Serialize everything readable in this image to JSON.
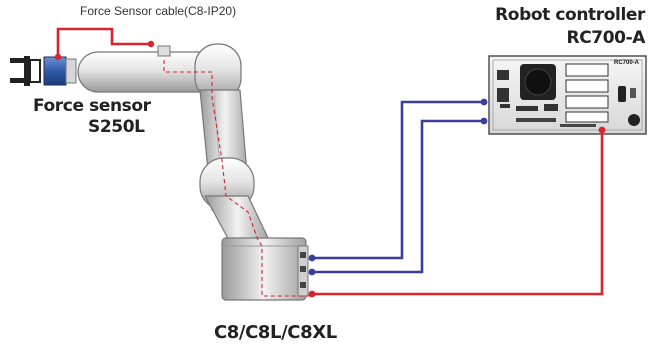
{
  "labels": {
    "force_sensor_cable": "Force Sensor cable(C8-IP20)",
    "force_sensor_title": "Force sensor",
    "force_sensor_model": "S250L",
    "controller_title": "Robot controller",
    "controller_model": "RC700-A",
    "controller_panel_tag": "RC700-A",
    "robot_model": "C8/C8L/C8XL"
  },
  "colors": {
    "force_cable": "#d9232d",
    "robot_cables": "#3a3f9e",
    "arm_body": "#e6e6e6",
    "sensor_blue": "#2f5aa8"
  }
}
